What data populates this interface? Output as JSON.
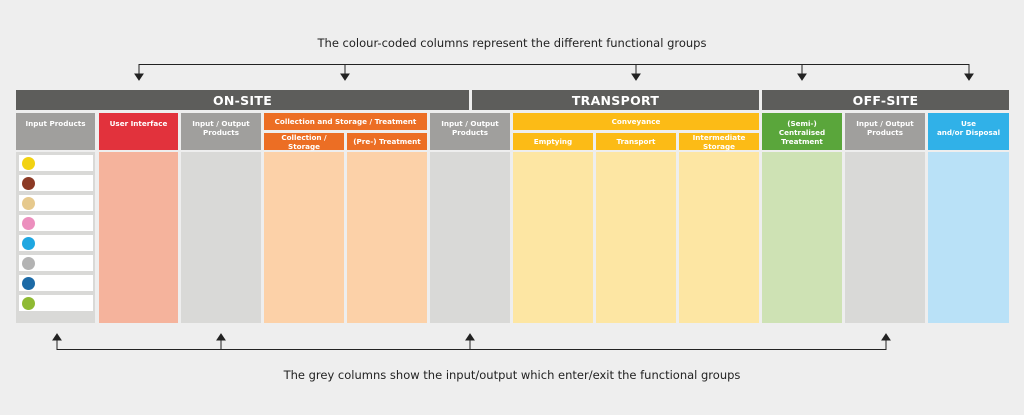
{
  "top_caption": "The colour-coded columns represent the different functional groups",
  "bottom_caption": "The grey columns show the input/output which enter/exit the functional groups",
  "groups": {
    "onsite": "ON-SITE",
    "transport": "TRANSPORT",
    "offsite": "OFF-SITE"
  },
  "headers": {
    "input_products": "Input Products",
    "user_interface": "User Interface",
    "io1": "Input / Output\nProducts",
    "collection_storage_treatment": "Collection and Storage / Treatment",
    "collection_storage": "Collection / Storage",
    "pre_treatment": "(Pre-) Treatment",
    "io2": "Input / Output\nProducts",
    "conveyance": "Conveyance",
    "emptying": "Emptying",
    "transport": "Transport",
    "intermediate_storage": "Intermediate Storage",
    "centralised_treatment": "(Semi-) Centralised\nTreatment",
    "io3": "Input / Output\nProducts",
    "use_disposal": "Use\nand/or Disposal"
  },
  "colors": {
    "group_bar": "#5d5d5b",
    "grey_header": "#a09f9d",
    "grey_body": "#d9d9d7",
    "red_header": "#e2323c",
    "red_body": "#f5b39c",
    "orange_header": "#ec6e24",
    "orange_body": "#fcd1a8",
    "yellow_header": "#fcbb16",
    "yellow_body": "#fde6a3",
    "green_header": "#5aa63b",
    "green_body": "#cee2b4",
    "blue_header": "#30b1e8",
    "blue_body": "#b9e1f7"
  },
  "input_product_dots": [
    "#f2d211",
    "#8c3a25",
    "#e6c98d",
    "#ec8fbe",
    "#1fa7e1",
    "#b3b3b3",
    "#1c6aa6",
    "#8fba33"
  ]
}
